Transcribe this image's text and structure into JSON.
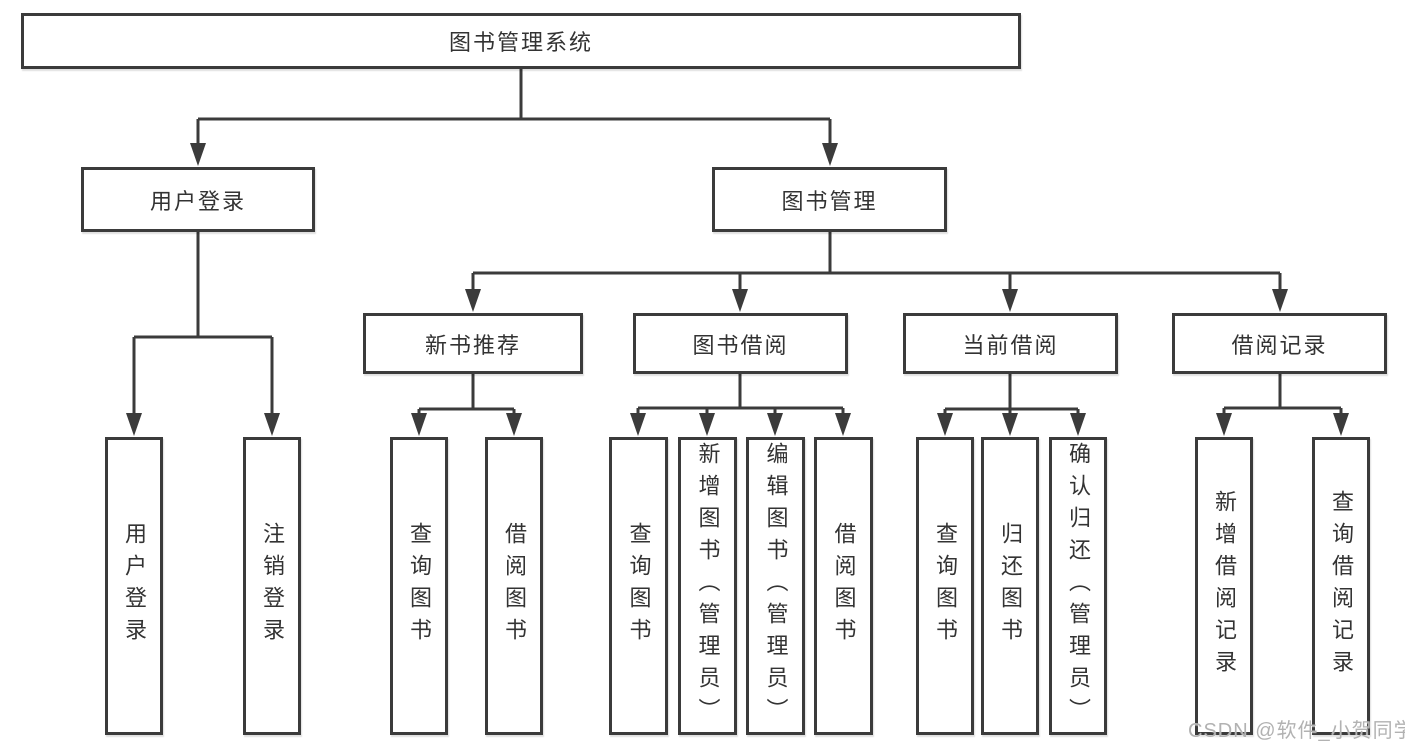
{
  "diagram": {
    "tree": {
      "root": {
        "label": "图书管理系统",
        "children": [
          {
            "label": "用户登录",
            "children": [
              {
                "label": "用户登录"
              },
              {
                "label": "注销登录"
              }
            ]
          },
          {
            "label": "图书管理",
            "children": [
              {
                "label": "新书推荐",
                "children": [
                  {
                    "label": "查询图书"
                  },
                  {
                    "label": "借阅图书"
                  }
                ]
              },
              {
                "label": "图书借阅",
                "children": [
                  {
                    "label": "查询图书"
                  },
                  {
                    "label": "新增图书（管理员）"
                  },
                  {
                    "label": "编辑图书（管理员）"
                  },
                  {
                    "label": "借阅图书"
                  }
                ]
              },
              {
                "label": "当前借阅",
                "children": [
                  {
                    "label": "查询图书"
                  },
                  {
                    "label": "归还图书"
                  },
                  {
                    "label": "确认归还（管理员）"
                  }
                ]
              },
              {
                "label": "借阅记录",
                "children": [
                  {
                    "label": "新增借阅记录"
                  },
                  {
                    "label": "查询借阅记录"
                  }
                ]
              }
            ]
          }
        ]
      }
    },
    "colors": {
      "line": "#3b3b3b",
      "text": "#333333",
      "background": "#ffffff",
      "watermark": "#b2b2b2"
    }
  },
  "watermark": {
    "text": "CSDN @软件_小贺同学"
  }
}
